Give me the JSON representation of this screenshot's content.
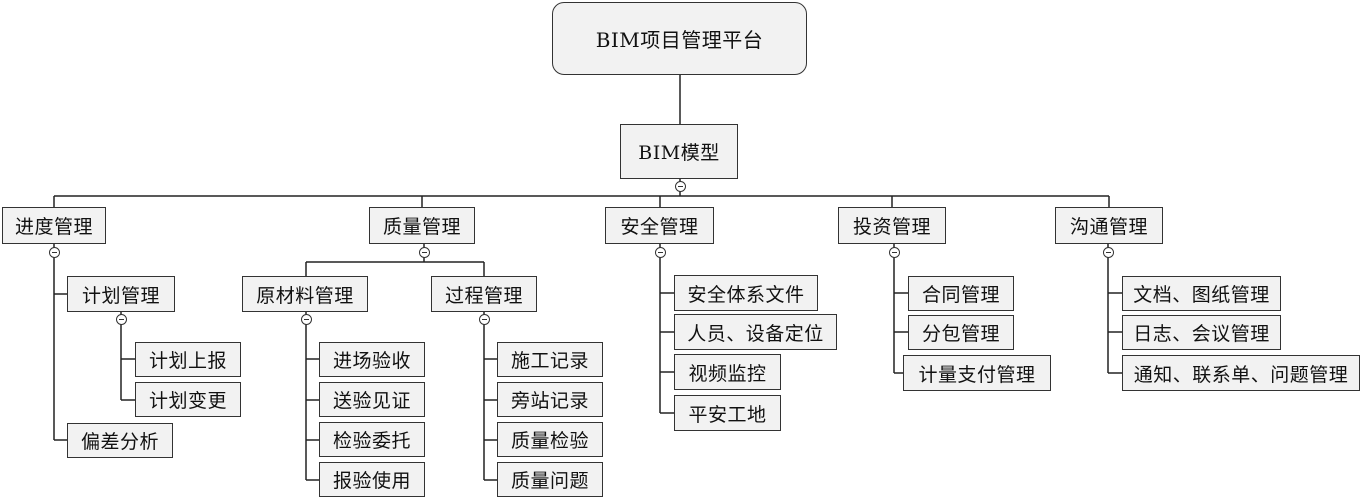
{
  "root": {
    "label": "BIM项目管理平台"
  },
  "model": {
    "label": "BIM模型"
  },
  "branches": [
    {
      "label": "进度管理",
      "children": [
        {
          "label": "计划管理",
          "children": [
            {
              "label": "计划上报"
            },
            {
              "label": "计划变更"
            }
          ]
        },
        {
          "label": "偏差分析"
        }
      ]
    },
    {
      "label": "质量管理",
      "children": [
        {
          "label": "原材料管理",
          "children": [
            {
              "label": "进场验收"
            },
            {
              "label": "送验见证"
            },
            {
              "label": "检验委托"
            },
            {
              "label": "报验使用"
            }
          ]
        },
        {
          "label": "过程管理",
          "children": [
            {
              "label": "施工记录"
            },
            {
              "label": "旁站记录"
            },
            {
              "label": "质量检验"
            },
            {
              "label": "质量问题"
            }
          ]
        }
      ]
    },
    {
      "label": "安全管理",
      "children": [
        {
          "label": "安全体系文件"
        },
        {
          "label": "人员、设备定位"
        },
        {
          "label": "视频监控"
        },
        {
          "label": "平安工地"
        }
      ]
    },
    {
      "label": "投资管理",
      "children": [
        {
          "label": "合同管理"
        },
        {
          "label": "分包管理"
        },
        {
          "label": "计量支付管理"
        }
      ]
    },
    {
      "label": "沟通管理",
      "children": [
        {
          "label": "文档、图纸管理"
        },
        {
          "label": "日志、会议管理"
        },
        {
          "label": "通知、联系单、问题管理"
        }
      ]
    }
  ]
}
